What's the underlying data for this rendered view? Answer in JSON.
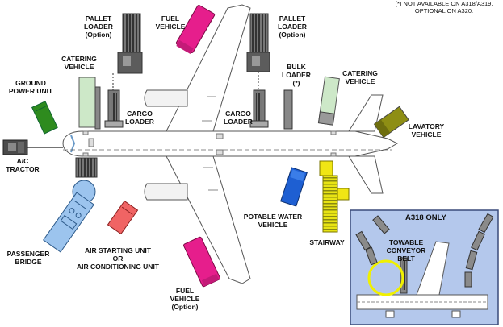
{
  "note": "(*) NOT AVAILABLE ON A318/A319,\nOPTIONAL ON A320.",
  "labels": {
    "pallet_loader_fwd": "PALLET\nLOADER\n(Option)",
    "fuel_vehicle_top": "FUEL\nVEHICLE",
    "pallet_loader_aft": "PALLET\nLOADER\n(Option)",
    "catering_vehicle_fwd": "CATERING\nVEHICLE",
    "bulk_loader": "BULK\nLOADER\n(*)",
    "catering_vehicle_aft": "CATERING\nVEHICLE",
    "ground_power_unit": "GROUND\nPOWER UNIT",
    "cargo_loader_fwd": "CARGO\nLOADER",
    "cargo_loader_aft": "CARGO\nLOADER",
    "lavatory_vehicle": "LAVATORY\nVEHICLE",
    "ac_tractor": "A/C\nTRACTOR",
    "potable_water_vehicle": "POTABLE WATER\nVEHICLE",
    "stairway": "STAIRWAY",
    "passenger_bridge": "PASSENGER\nBRIDGE",
    "air_starting_unit": "AIR STARTING UNIT\nOR\nAIR CONDITIONING UNIT",
    "fuel_vehicle_bottom": "FUEL\nVEHICLE\n(Option)",
    "a318_only": "A318 ONLY",
    "towable_conveyor_belt": "TOWABLE\nCONVEYOR\nBELT"
  },
  "colors": {
    "fuel_vehicle": "#e61e8c",
    "ground_power_unit": "#2e8b1e",
    "catering_vehicle": "#cde8c8",
    "lavatory_vehicle": "#8e8e14",
    "potable_water_vehicle": "#1e5fd2",
    "stairway": "#f0e614",
    "passenger_bridge": "#9cc4ee",
    "air_starting_unit": "#f06464",
    "pallet_loader": "#606060",
    "inset_background": "#b4c8ec",
    "highlight_circle": "#f0f000",
    "aircraft": "#ffffff"
  }
}
